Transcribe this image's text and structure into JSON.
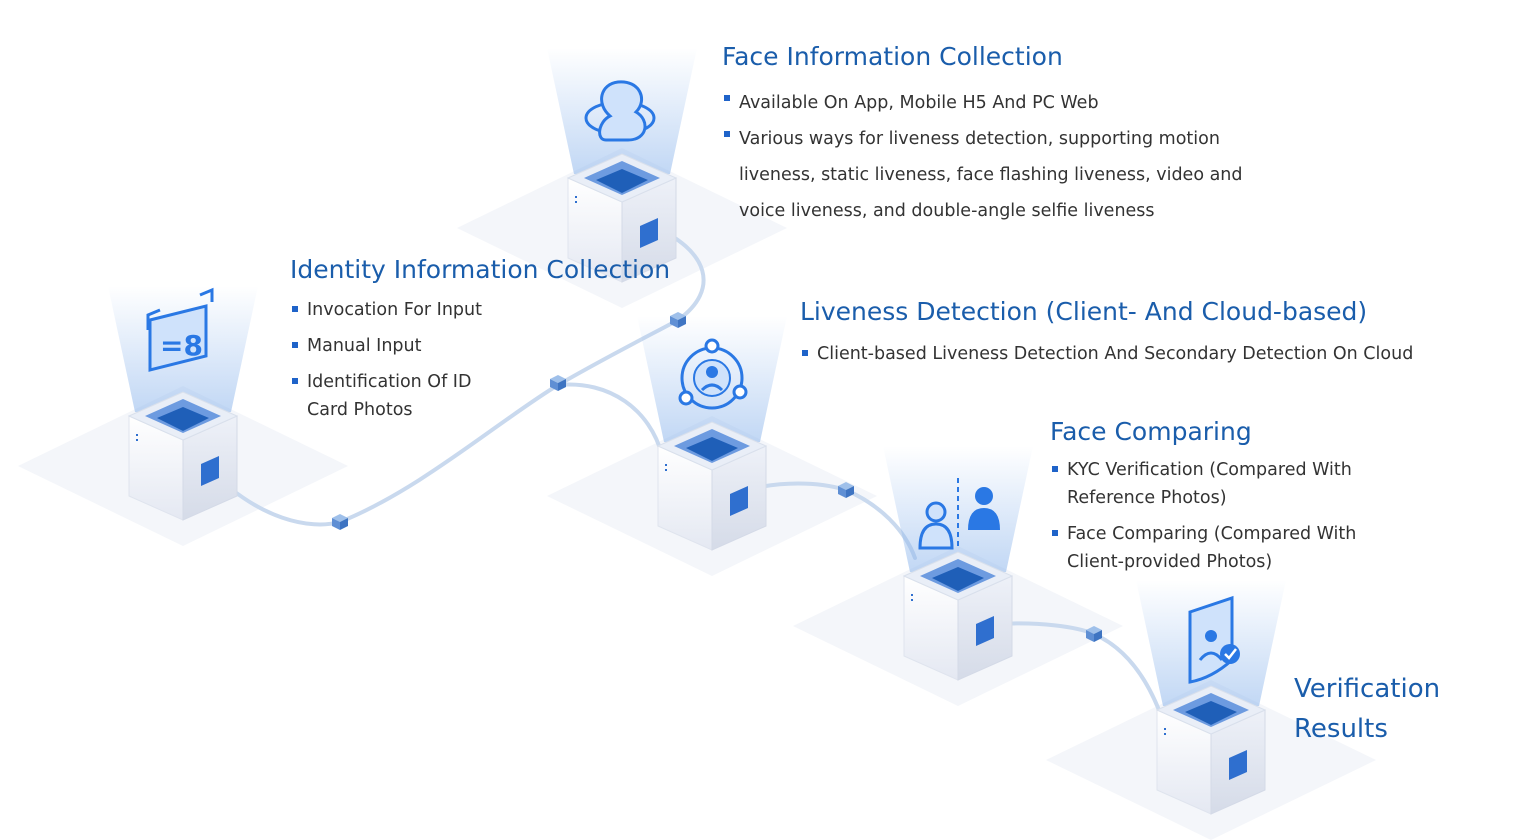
{
  "steps": {
    "face_info": {
      "title": "Face Information Collection",
      "items": [
        "Available On App, Mobile H5 And PC Web",
        " Various ways for liveness detection, supporting motion liveness, static liveness, face flashing liveness, video and voice liveness, and double-angle selfie liveness"
      ]
    },
    "identity_info": {
      "title": "Identity Information Collection",
      "items": [
        "Invocation For Input",
        "Manual Input",
        "Identification Of ID Card Photos"
      ]
    },
    "liveness": {
      "title": "Liveness Detection (Client- And Cloud-based)",
      "items": [
        "Client-based Liveness Detection And  Secondary Detection On Cloud"
      ]
    },
    "face_comparing": {
      "title": "Face Comparing",
      "items": [
        "KYC Verification (Compared With Reference Photos)",
        "Face Comparing (Compared With Client-provided Photos)"
      ]
    },
    "results": {
      "title": "Verification Results"
    }
  },
  "icons": [
    "id-card-icon",
    "face-orbit-icon",
    "liveness-user-icon",
    "face-compare-icon",
    "shield-check-icon"
  ],
  "colors": {
    "accent": "#1a5dab",
    "connector": "#c9d9ee",
    "box_top": "#1f5fb8"
  }
}
